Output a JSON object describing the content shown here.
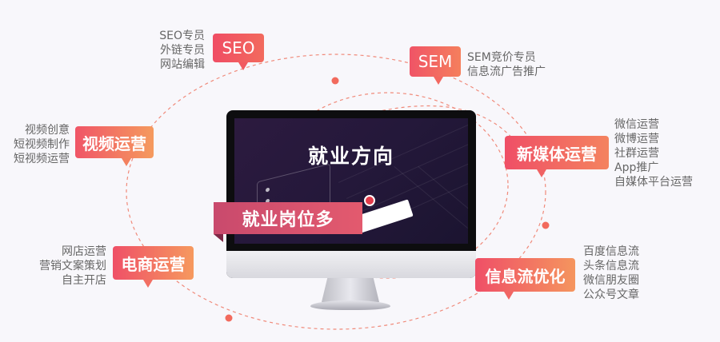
{
  "center": {
    "screen_title": "就业方向",
    "ribbon": "就业岗位多"
  },
  "categories": [
    {
      "label": "SEO",
      "items": [
        "SEO专员",
        "外链专员",
        "网站编辑"
      ]
    },
    {
      "label": "SEM",
      "items": [
        "SEM竞价专员",
        "信息流广告推广"
      ]
    },
    {
      "label": "视频运营",
      "items": [
        "视频创意",
        "短视频制作",
        "短视频运营"
      ]
    },
    {
      "label": "新媒体运营",
      "items": [
        "微信运营",
        "微博运营",
        "社群运营",
        "App推广",
        "自媒体平台运营"
      ]
    },
    {
      "label": "电商运营",
      "items": [
        "网店运营",
        "营销文案策划",
        "自主开店"
      ]
    },
    {
      "label": "信息流优化",
      "items": [
        "百度信息流",
        "头条信息流",
        "微信朋友圈",
        "公众号文章"
      ]
    }
  ],
  "colors": {
    "accent": "#f05467",
    "accent_end": "#f5955e",
    "ribbon": "#d6506d",
    "orbit": "#f08a7a",
    "list_text": "#666666"
  }
}
